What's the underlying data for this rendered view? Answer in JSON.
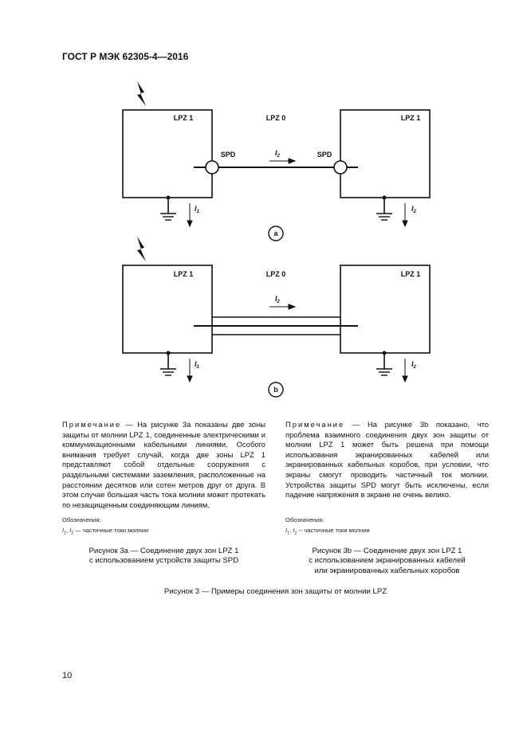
{
  "header": {
    "title": "ГОСТ Р МЭК 62305-4—2016"
  },
  "diagram_a": {
    "left_zone": "LPZ 1",
    "outer_zone": "LPZ 0",
    "right_zone": "LPZ 1",
    "spd_left": "SPD",
    "spd_right": "SPD",
    "current_mid": "I",
    "current_mid_sub": "2",
    "current_left": "I",
    "current_left_sub": "1",
    "current_right": "I",
    "current_right_sub": "2",
    "marker": "a"
  },
  "diagram_b": {
    "left_zone": "LPZ 1",
    "outer_zone": "LPZ 0",
    "right_zone": "LPZ 1",
    "current_mid": "I",
    "current_mid_sub": "2",
    "current_left": "I",
    "current_left_sub": "1",
    "current_right": "I",
    "current_right_sub": "2",
    "marker": "b"
  },
  "note_left": {
    "prefix": "Примечание",
    "text": " — На рисунке 3а показаны две зоны защиты от молнии LPZ 1, соединенные электрическими и коммуникационными кабельными линиями. Особого внимания требует случай, когда две зоны LPZ 1 представляют собой отдельные сооружения с раздельными системами заземления, расположенные на расстоянии десятков или сотен метров друг от друга. В этом случае большая часть тока молнии может протекать по незащищенным соединяющим линиям."
  },
  "note_right": {
    "prefix": "Примечание",
    "text": " — На рисунке 3b показано, что проблема взаимного соединения двух зон защиты от молнии LPZ 1 может быть решена при помощи использования экранированных кабелей или экранированных кабельных коробов, при условии, что экраны смогут проводить частичный ток молнии. Устройства защиты SPD могут быть исключены, если падение напряжения в экране не очень велико."
  },
  "legend_left": {
    "title": "Обозначения:",
    "symbol_1": "I",
    "sub_1": "1",
    "sep": ", ",
    "symbol_2": "I",
    "sub_2": "2",
    "desc": " — частичные токи молнии"
  },
  "legend_right": {
    "title": "Обозначения.",
    "symbol_1": "I",
    "sub_1": "1",
    "sep": ", ",
    "symbol_2": "I",
    "sub_2": "2",
    "desc": " -- частичные токи молнии"
  },
  "caption_a": {
    "line1": "Рисунок 3а — Соединение двух зон LPZ 1",
    "line2": "с использованием устройств защиты SPD"
  },
  "caption_b": {
    "line1": "Рисунок 3b — Соединение двух зон LPZ 1",
    "line2": "с использованием экранированных кабелей",
    "line3": "или экранированных кабельных коробов"
  },
  "caption_main": "Рисунок 3 — Примеры соединения зон защиты от молнии LPZ",
  "page_number": "10"
}
